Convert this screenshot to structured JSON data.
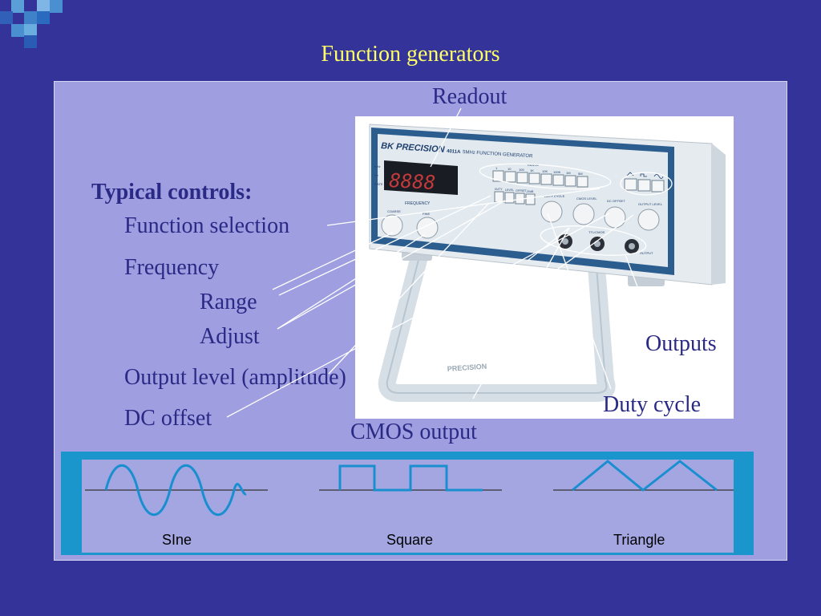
{
  "slide": {
    "title": "Function generators",
    "heading": "Typical controls:",
    "controls": [
      "Function selection",
      "Frequency",
      "Range",
      "Adjust",
      "Output level (amplitude)",
      "DC offset"
    ],
    "callouts": {
      "readout": "Readout",
      "outputs": "Outputs",
      "duty_cycle": "Duty cycle",
      "cmos_output": "CMOS output"
    }
  },
  "device": {
    "brand": "BK PRECISION",
    "model": "4011A",
    "description": "5MHz FUNCTION GENERATOR",
    "display": "8888",
    "indicators": [
      "KHz",
      "Hz",
      "GATE"
    ],
    "knob_labels": [
      "COARSE",
      "FINE",
      "DUTY CYCLE",
      "CMOS LEVEL",
      "DC OFFSET",
      "OUTPUT LEVEL"
    ],
    "range_label": "RANGE",
    "frequency_label": "FREQUENCY",
    "range_buttons": [
      "1",
      "10",
      "100",
      "1K",
      "10K",
      "100K",
      "1M",
      "5M"
    ],
    "range_selector_labels": [
      "DUTY",
      "LEVEL",
      "OFFSET",
      "-20dB"
    ],
    "output_labels": [
      "TTL/CMOS",
      "OUTPUT"
    ],
    "stand_label": "PRECISION"
  },
  "waveforms": [
    {
      "name": "Sine",
      "label": "SIne"
    },
    {
      "name": "Square",
      "label": "Square"
    },
    {
      "name": "Triangle",
      "label": "Triangle"
    }
  ],
  "colors": {
    "background": "#333399",
    "panel": "#9e9ee0",
    "title": "#ffff66",
    "text": "#2a2a86",
    "waveform": "#1a8fd0",
    "wave_frame": "#1a96cc"
  }
}
